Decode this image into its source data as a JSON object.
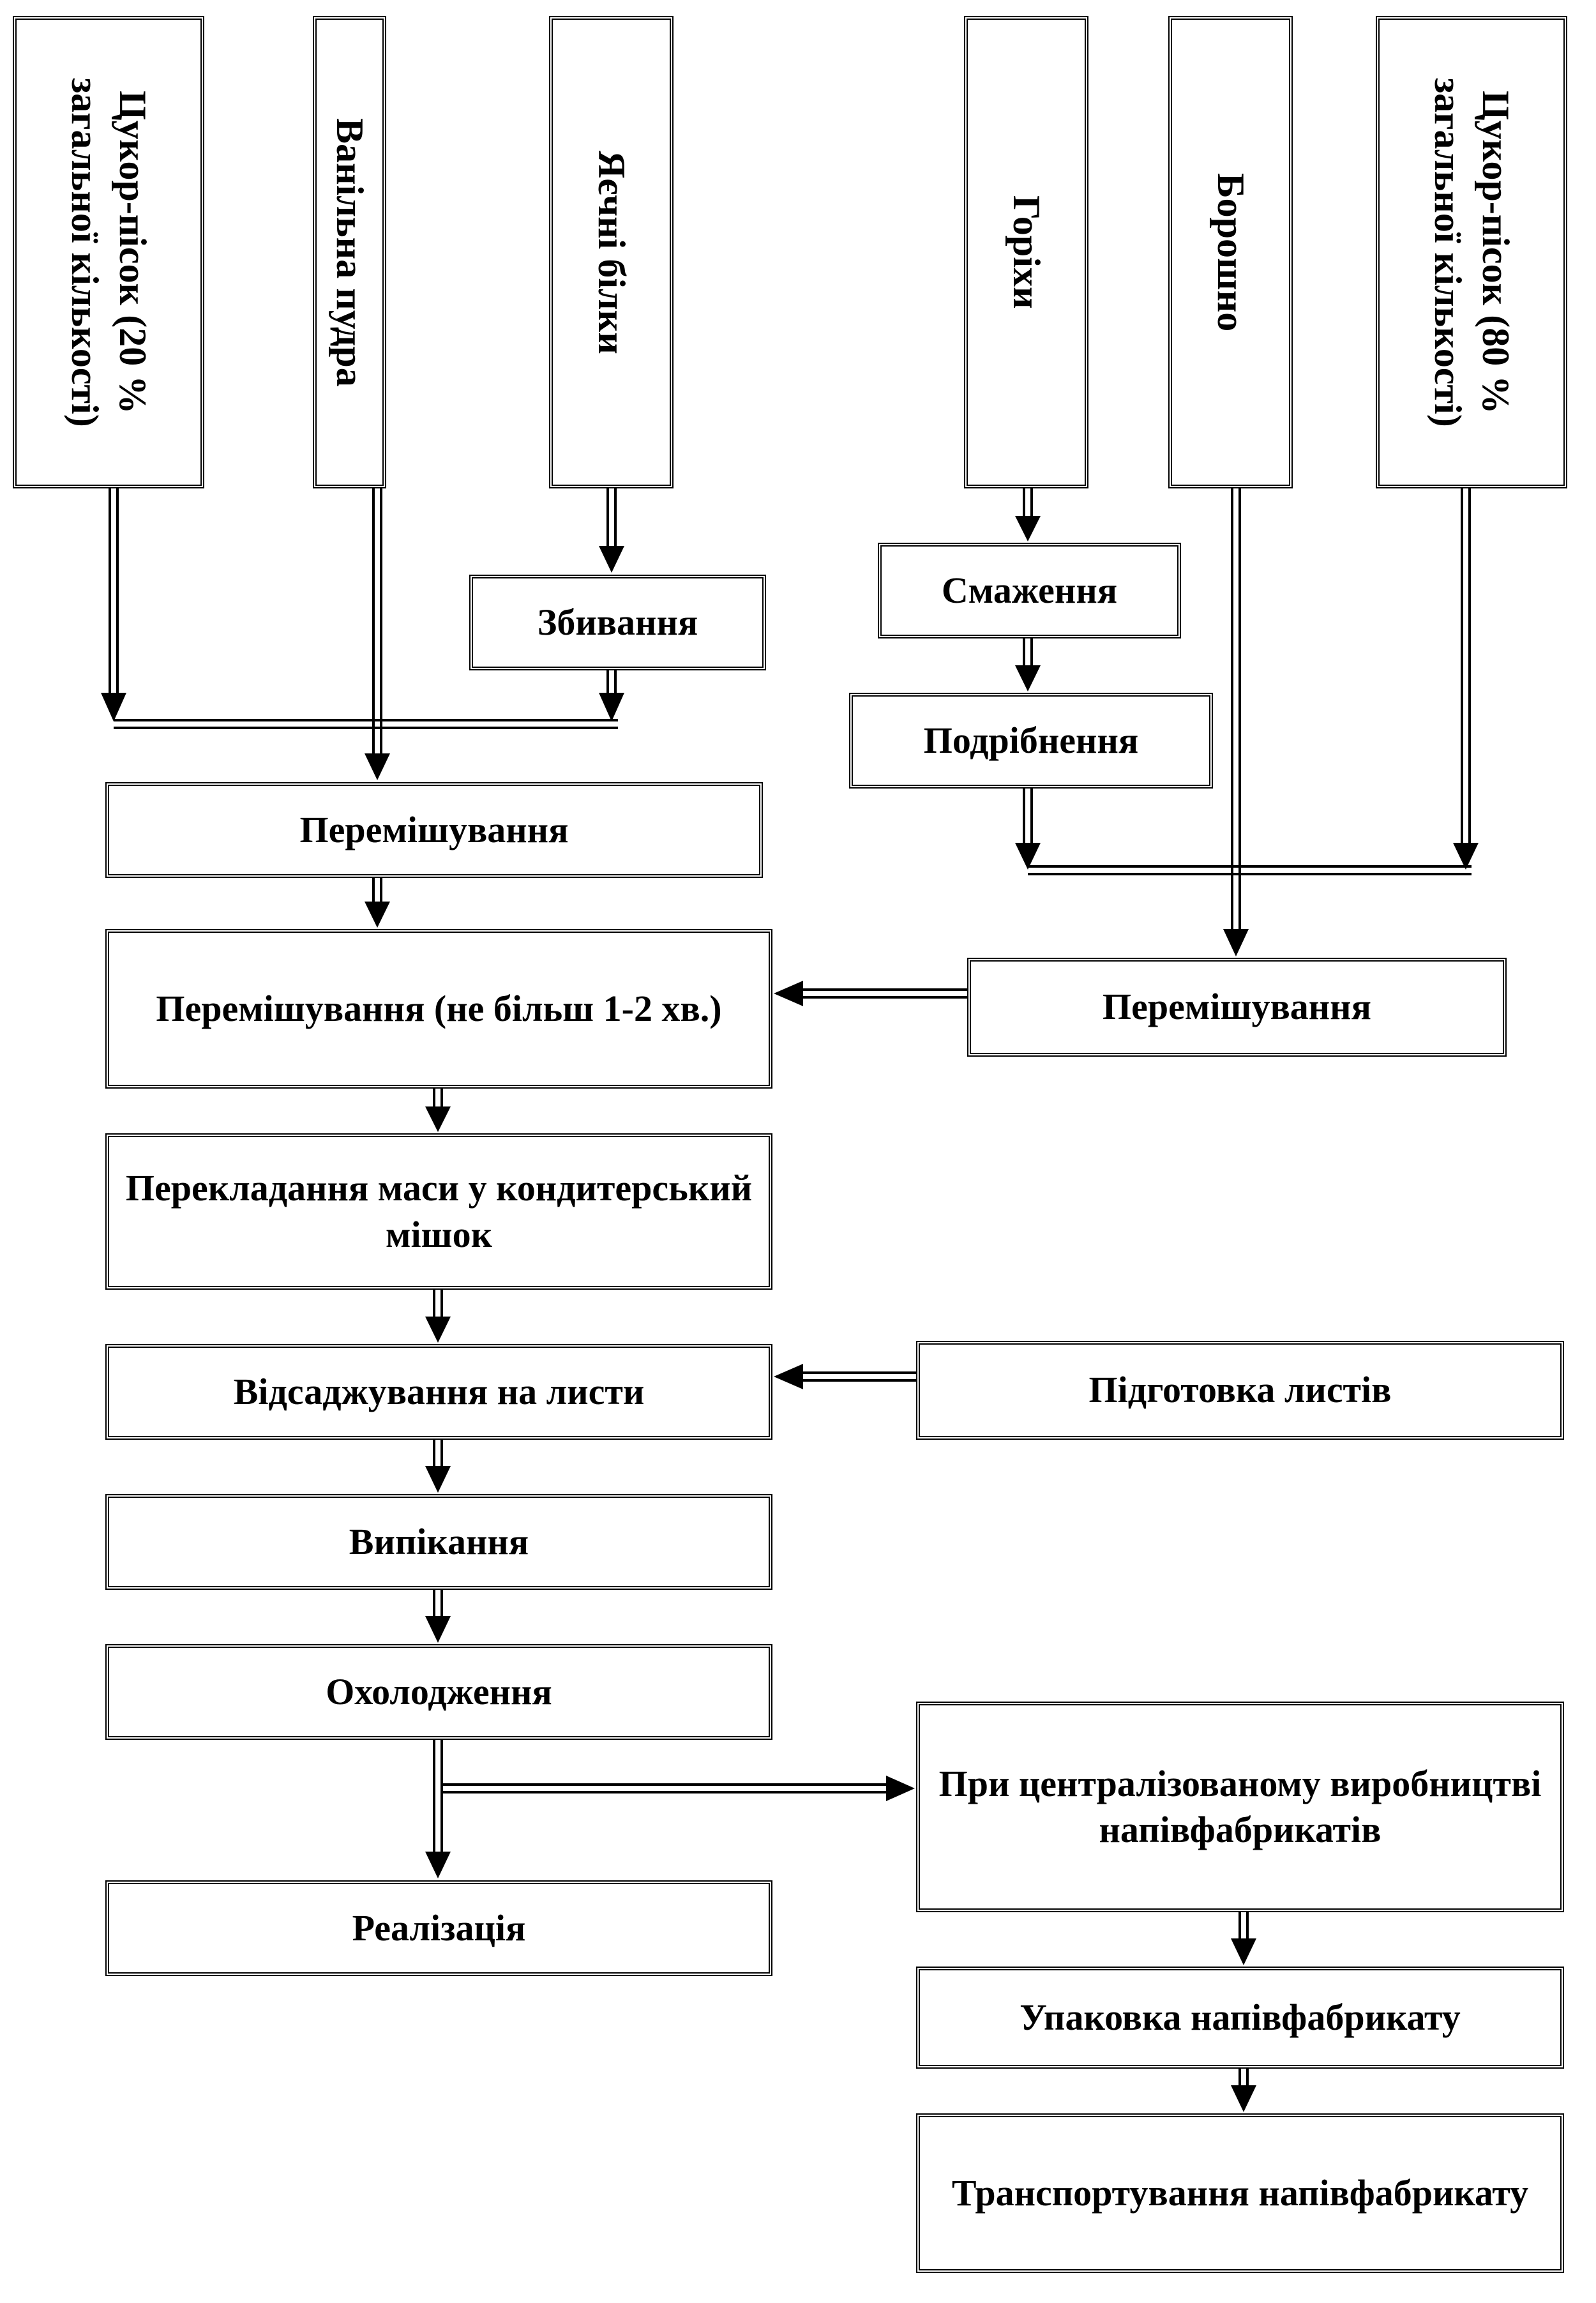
{
  "diagram": {
    "ingredients": {
      "sugar_20": "Цукор-пісок (20 % загальної кількості)",
      "vanilla_powder": "Ванільна пудра",
      "egg_whites": "Яєчні білки",
      "nuts": "Горіхи",
      "flour": "Борошно",
      "sugar_80": "Цукор-пісок (80 % загальної кількості)"
    },
    "steps": {
      "whipping": "Збивання",
      "roasting": "Смаження",
      "grinding": "Подрібнення",
      "mixing_left": "Перемішування",
      "mixing_right": "Перемішування",
      "mixing_short": "Перемішування (не більш 1-2 хв.)",
      "transfer_to_bag": "Перекладання маси у кондитерський мішок",
      "piping_on_sheets": "Відсаджування на листи",
      "sheet_prep": "Підготовка листів",
      "baking": "Випікання",
      "cooling": "Охолодження",
      "centralized_production": "При централізованому виробництві напівфабрикатів",
      "sales": "Реалізація",
      "packaging": "Упаковка напівфабрикату",
      "transportation": "Транспортування напівфабрикату"
    }
  }
}
